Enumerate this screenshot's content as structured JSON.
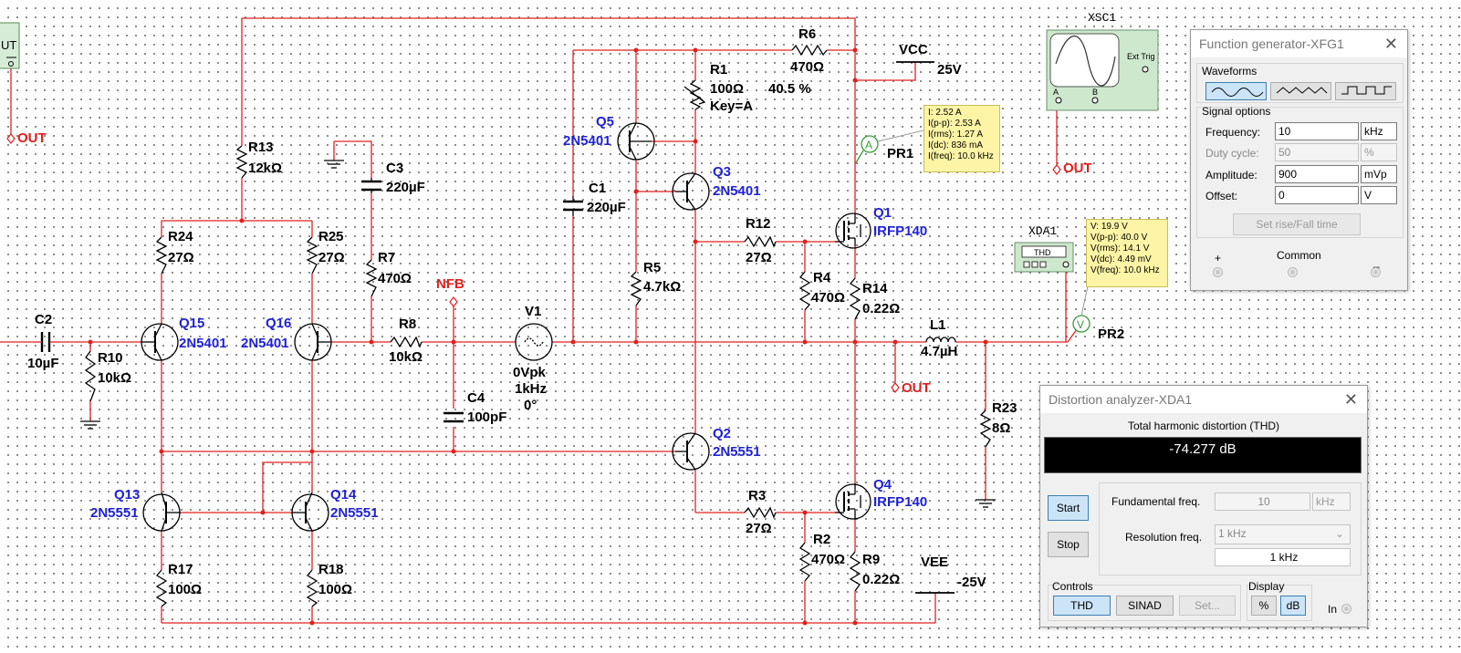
{
  "colors": {
    "wire": "#e0201e",
    "component": "#000000",
    "transistor_label": "#1f22d6",
    "net_label": "#e0201e",
    "probe_bg": "#fdf5a5"
  },
  "schematic": {
    "offpage_left": {
      "label": "UT"
    },
    "ports": {
      "out_left": "OUT",
      "out_center": "OUT",
      "out_xsc": "OUT",
      "nfb": "NFB"
    },
    "supplies": {
      "vcc_name": "VCC",
      "vcc_value": "25V",
      "vee_name": "VEE",
      "vee_value": "-25V"
    },
    "resistors": [
      {
        "ref": "R6",
        "value": "470Ω"
      },
      {
        "ref": "R1",
        "value": "100Ω",
        "key": "Key=A",
        "setting": "40.5 %"
      },
      {
        "ref": "R13",
        "value": "12kΩ"
      },
      {
        "ref": "R24",
        "value": "27Ω"
      },
      {
        "ref": "R25",
        "value": "27Ω"
      },
      {
        "ref": "R7",
        "value": "470Ω"
      },
      {
        "ref": "R8",
        "value": "10kΩ"
      },
      {
        "ref": "R10",
        "value": "10kΩ"
      },
      {
        "ref": "R5",
        "value": "4.7kΩ"
      },
      {
        "ref": "R12",
        "value": "27Ω"
      },
      {
        "ref": "R4",
        "value": "470Ω"
      },
      {
        "ref": "R14",
        "value": "0.22Ω"
      },
      {
        "ref": "R23",
        "value": "8Ω"
      },
      {
        "ref": "R3",
        "value": "27Ω"
      },
      {
        "ref": "R2",
        "value": "470Ω"
      },
      {
        "ref": "R9",
        "value": "0.22Ω"
      },
      {
        "ref": "R17",
        "value": "100Ω"
      },
      {
        "ref": "R18",
        "value": "100Ω"
      }
    ],
    "capacitors": [
      {
        "ref": "C3",
        "value": "220µF"
      },
      {
        "ref": "C1",
        "value": "220µF"
      },
      {
        "ref": "C2",
        "value": "10µF"
      },
      {
        "ref": "C4",
        "value": "100pF"
      }
    ],
    "inductors": [
      {
        "ref": "L1",
        "value": "4.7µH"
      }
    ],
    "transistors": [
      {
        "ref": "Q5",
        "model": "2N5401"
      },
      {
        "ref": "Q3",
        "model": "2N5401"
      },
      {
        "ref": "Q1",
        "model": "IRFP140"
      },
      {
        "ref": "Q15",
        "model": "2N5401"
      },
      {
        "ref": "Q16",
        "model": "2N5401"
      },
      {
        "ref": "Q2",
        "model": "2N5551"
      },
      {
        "ref": "Q4",
        "model": "IRFP140"
      },
      {
        "ref": "Q13",
        "model": "2N5551"
      },
      {
        "ref": "Q14",
        "model": "2N5551"
      }
    ],
    "source": {
      "ref": "V1",
      "amplitude": "0Vpk",
      "frequency": "1kHz",
      "phase": "0°"
    },
    "instruments": {
      "scope": "XSC1",
      "scope_ext_trig": "Ext Trig",
      "scope_a": "A",
      "scope_b": "B",
      "thd_icon": "XDA1",
      "thd_icon_text": "THD"
    },
    "probes": {
      "pr1": {
        "name": "PR1",
        "symbol": "A",
        "lines": [
          "I: 2.52 A",
          "I(p-p): 2.53 A",
          "I(rms): 1.27 A",
          "I(dc): 836 mA",
          "I(freq): 10.0 kHz"
        ]
      },
      "pr2": {
        "name": "PR2",
        "symbol": "V",
        "lines": [
          "V: 19.9 V",
          "V(p-p): 40.0 V",
          "V(rms): 14.1 V",
          "V(dc): 4.49 mV",
          "V(freq): 10.0 kHz"
        ]
      }
    }
  },
  "function_generator": {
    "title": "Function generator-XFG1",
    "waveforms_label": "Waveforms",
    "waveforms": [
      "sine-wave-icon",
      "triangle-wave-icon",
      "square-wave-icon"
    ],
    "selected_waveform": "sine",
    "signal_options_label": "Signal options",
    "fields": [
      {
        "label": "Frequency:",
        "value": "10",
        "unit": "kHz",
        "enabled": true
      },
      {
        "label": "Duty cycle:",
        "value": "50",
        "unit": "%",
        "enabled": false
      },
      {
        "label": "Amplitude:",
        "value": "900",
        "unit": "mVp",
        "enabled": true
      },
      {
        "label": "Offset:",
        "value": "0",
        "unit": "V",
        "enabled": true
      }
    ],
    "rise_fall_button": "Set rise/Fall time",
    "terminals": {
      "plus": "+",
      "common": "Common",
      "minus": "_"
    }
  },
  "distortion_analyzer": {
    "title": "Distortion analyzer-XDA1",
    "thd_heading": "Total harmonic distortion (THD)",
    "reading": "-74.277 dB",
    "start": "Start",
    "stop": "Stop",
    "fundamental_label": "Fundamental freq.",
    "fundamental_value": "10",
    "fundamental_unit": "kHz",
    "resolution_label": "Resolution freq.",
    "resolution_select": "1 kHz",
    "resolution_value": "1 kHz",
    "controls_label": "Controls",
    "thd_btn": "THD",
    "sinad_btn": "SINAD",
    "set_btn": "Set...",
    "display_label": "Display",
    "pct_btn": "%",
    "db_btn": "dB",
    "in_label": "In"
  }
}
